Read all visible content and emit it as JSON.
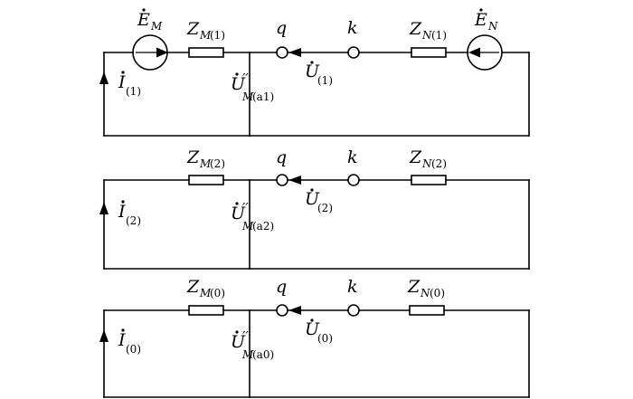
{
  "diagram": {
    "sequences": [
      {
        "id": "positive",
        "source_m": {
          "symbol": "E",
          "sub": "M"
        },
        "source_n": {
          "symbol": "E",
          "sub": "N"
        },
        "impedance_m": {
          "symbol": "Z",
          "sub_var": "M",
          "sub": "(1)"
        },
        "impedance_n": {
          "symbol": "Z",
          "sub_var": "N",
          "sub": "(1)"
        },
        "node_q": "q",
        "node_k": "k",
        "current": {
          "symbol": "I",
          "sub": "(1)"
        },
        "fault_voltage": {
          "symbol": "U",
          "sub": "(1)"
        },
        "bus_voltage": {
          "symbol": "U",
          "prime": "′′",
          "sub_var": "M",
          "sub": "(a1)"
        }
      },
      {
        "id": "negative",
        "impedance_m": {
          "symbol": "Z",
          "sub_var": "M",
          "sub": "(2)"
        },
        "impedance_n": {
          "symbol": "Z",
          "sub_var": "N",
          "sub": "(2)"
        },
        "node_q": "q",
        "node_k": "k",
        "current": {
          "symbol": "I",
          "sub": "(2)"
        },
        "fault_voltage": {
          "symbol": "U",
          "sub": "(2)"
        },
        "bus_voltage": {
          "symbol": "U",
          "prime": "′′",
          "sub_var": "M",
          "sub": "(a2)"
        }
      },
      {
        "id": "zero",
        "impedance_m": {
          "symbol": "Z",
          "sub_var": "M",
          "sub": "(0)"
        },
        "impedance_n": {
          "symbol": "Z",
          "sub_var": "N",
          "sub": "(0)"
        },
        "node_q": "q",
        "node_k": "k",
        "current": {
          "symbol": "I",
          "sub": "(0)"
        },
        "fault_voltage": {
          "symbol": "U",
          "sub": "(0)"
        },
        "bus_voltage": {
          "symbol": "U",
          "prime": "′′",
          "sub_var": "M",
          "sub": "(a0)"
        }
      }
    ]
  }
}
